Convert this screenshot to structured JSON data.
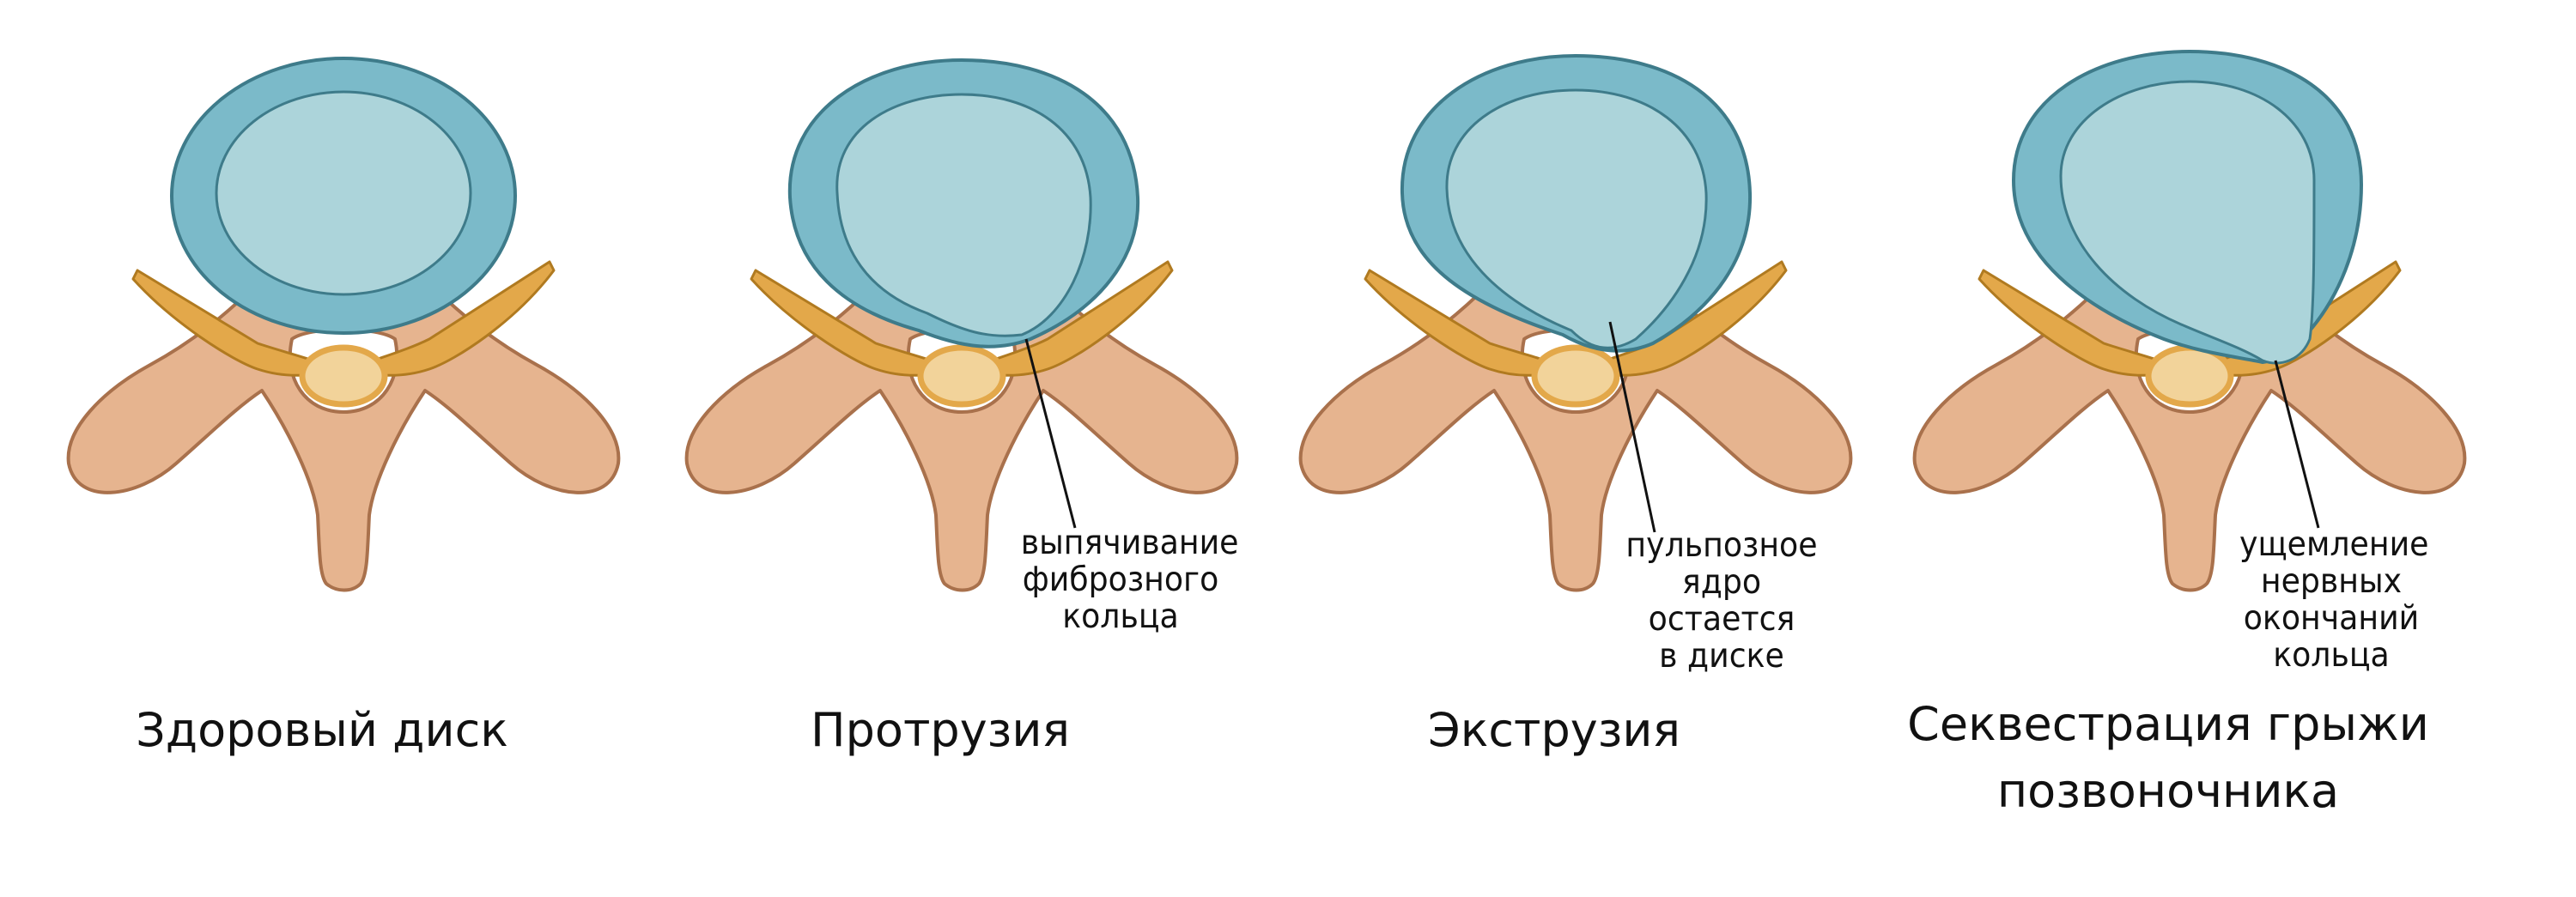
{
  "colors": {
    "bone": "#e6b48f",
    "bone_stroke": "#a9714c",
    "nerve": "#e3a84a",
    "nerve_stroke": "#b07a20",
    "cord": "#f2d39a",
    "annulus": "#7bbac9",
    "nucleus": "#acd4da",
    "disc_stroke": "#3e7b8a",
    "text": "#111111"
  },
  "panels": [
    {
      "caption_line1": "Здоровый диск",
      "caption_line2": ""
    },
    {
      "caption_line1": "Протрузия",
      "caption_line2": "",
      "annotation_lines": [
        "выпячивание",
        "фиброзного кольца"
      ]
    },
    {
      "caption_line1": "Экструзия",
      "caption_line2": "",
      "annotation_lines": [
        "пульпозное",
        "ядро остается",
        "в диске"
      ]
    },
    {
      "caption_line1": "Секвестрация грыжи",
      "caption_line2": "позвоночника",
      "annotation_lines": [
        "ущемление",
        "нервных",
        "окончаний",
        "кольца"
      ]
    }
  ]
}
